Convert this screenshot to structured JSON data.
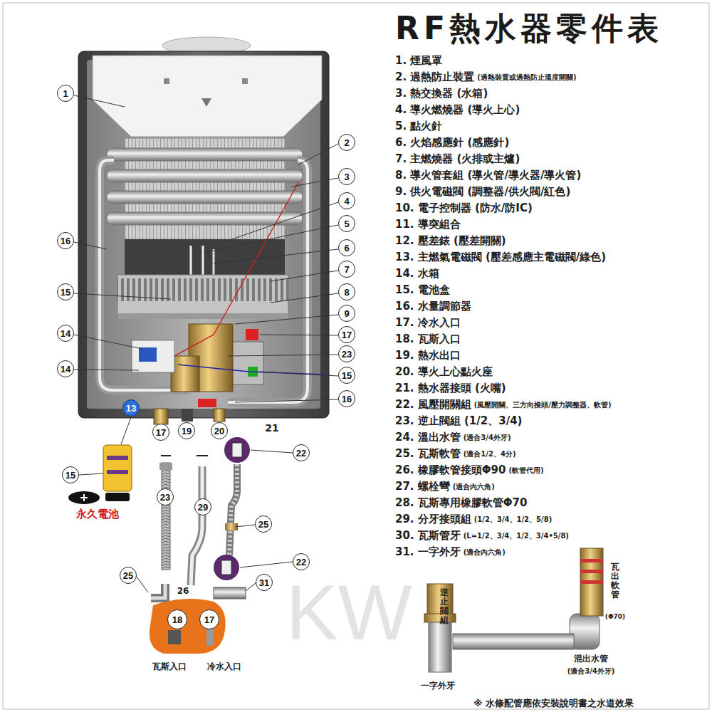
{
  "diagram": {
    "title": "RF熱水器零件表",
    "nodes": [
      {
        "text": [
          "1"
        ]
      },
      {
        "text": [
          "2"
        ]
      },
      {
        "text": [
          "3"
        ]
      },
      {
        "text": [
          "4"
        ]
      },
      {
        "text": [
          "5"
        ]
      },
      {
        "text": [
          "16"
        ]
      },
      {
        "text": [
          "6"
        ]
      },
      {
        "text": [
          "7"
        ]
      },
      {
        "text": [
          "15"
        ]
      },
      {
        "text": [
          "8"
        ]
      },
      {
        "text": [
          "9"
        ]
      },
      {
        "text": [
          "14"
        ]
      },
      {
        "text": [
          "17"
        ]
      },
      {
        "text": [
          "23"
        ]
      },
      {
        "text": [
          "14"
        ]
      },
      {
        "text": [
          "15"
        ]
      },
      {
        "text": [
          "16"
        ]
      },
      {
        "text": [
          "13"
        ]
      },
      {
        "text": [
          "17"
        ]
      },
      {
        "text": [
          "19"
        ]
      },
      {
        "text": [
          "20"
        ]
      },
      {
        "text": [
          "22"
        ]
      },
      {
        "text": [
          "15"
        ]
      },
      {
        "text": [
          "23"
        ]
      },
      {
        "text": [
          "29"
        ]
      },
      {
        "text": [
          "25"
        ]
      },
      {
        "text": [
          "22"
        ]
      },
      {
        "text": [
          "25"
        ]
      },
      {
        "text": [
          "31"
        ]
      },
      {
        "text": [
          "18"
        ]
      },
      {
        "text": [
          "17"
        ]
      }
    ],
    "labels": [
      "1. 煙風罩",
      "2. 過熱防止裝置",
      "(過熱裝置或過熱防止溫度開關)",
      "3. 熱交換器 (水箱)",
      "4. 導火燃燒器 (導火上心)",
      "5. 點火針",
      "6. 火焰感應針 (感應針)",
      "7. 主燃燒器 (火排或主爐)",
      "8. 導火管套組 (導火管/導火器/導火管)",
      "9. 供火電磁閥 (調整器/供火閥/紅色)",
      "10. 電子控制器 (防水/防IC)",
      "11. 導突組合",
      "12. 壓差錶 (壓差開關)",
      "13. 主燃氣電磁閥 (壓差感應主電磁閥/綠色)",
      "14. 水箱",
      "15. 電池盒",
      "16. 水量調節器",
      "17. 冷水入口",
      "18. 瓦斯入口",
      "19. 熱水出口",
      "20. 導火上心點火座",
      "21. 熱水器接頭 (火嘴)",
      "22. 風壓開關組",
      "(風壓開關、三方向接頭/壓力調整器、軟管)",
      "23. 逆止閥組 (1/2、3/4)",
      "24. 溫出水管",
      "(適合3/4外牙)",
      "25. 瓦斯軟管",
      "(適合1/2、4分)",
      "26. 橡膠軟管接頭Φ90",
      "(軟管代用)",
      "27. 螺栓彎",
      "(適合內六角)",
      "28. 瓦斯專用橡膠軟管Φ70",
      "29. 分牙接頭組",
      "(1/2、3/4、1/2、5/8)",
      "30. 瓦斯管牙",
      "(L=1/2、3/4、1/2、3/4•5/8)",
      "31. 一字外牙",
      "(適合內六角)",
      "21",
      "26",
      "永久電池",
      "瓦斯入口",
      "冷水入口",
      "逆止閥組",
      "瓦出軟管",
      "(Φ70)",
      "混出水管",
      "(適合3/4外牙)",
      "一字外牙",
      "※ 水條配管應依安裝說明書之水道效果",
      "KW"
    ]
  }
}
